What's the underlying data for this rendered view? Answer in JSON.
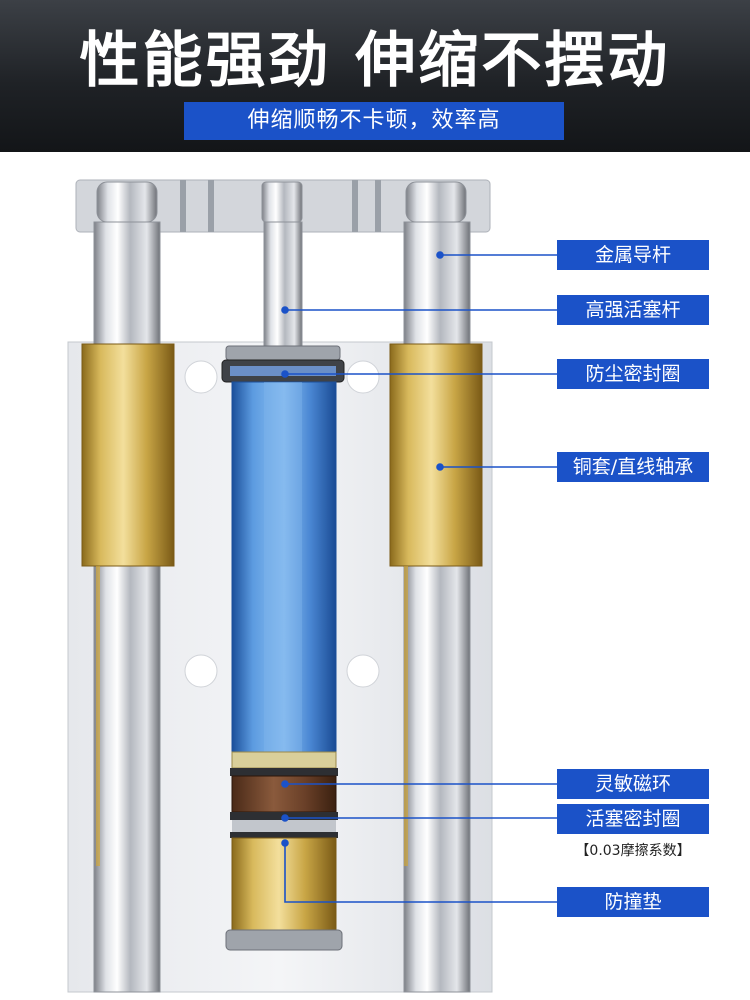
{
  "header": {
    "title": "性能强劲  伸缩不摆动",
    "subtitle": "伸缩顺畅不卡顿，效率高"
  },
  "callouts": [
    {
      "label": "金属导杆"
    },
    {
      "label": "高强活塞杆"
    },
    {
      "label": "防尘密封圈"
    },
    {
      "label": "铜套/直线轴承"
    },
    {
      "label": "灵敏磁环"
    },
    {
      "label": "活塞密封圈"
    },
    {
      "label": "防撞垫"
    }
  ],
  "friction_note": "【0.03摩擦系数】",
  "colors": {
    "accent_blue": "#1b52c8",
    "header_dark": "#1f2226",
    "brass": "#c9a646",
    "chrome": "#c9ccd2",
    "cylinder_blue": "#3f7fd0"
  }
}
